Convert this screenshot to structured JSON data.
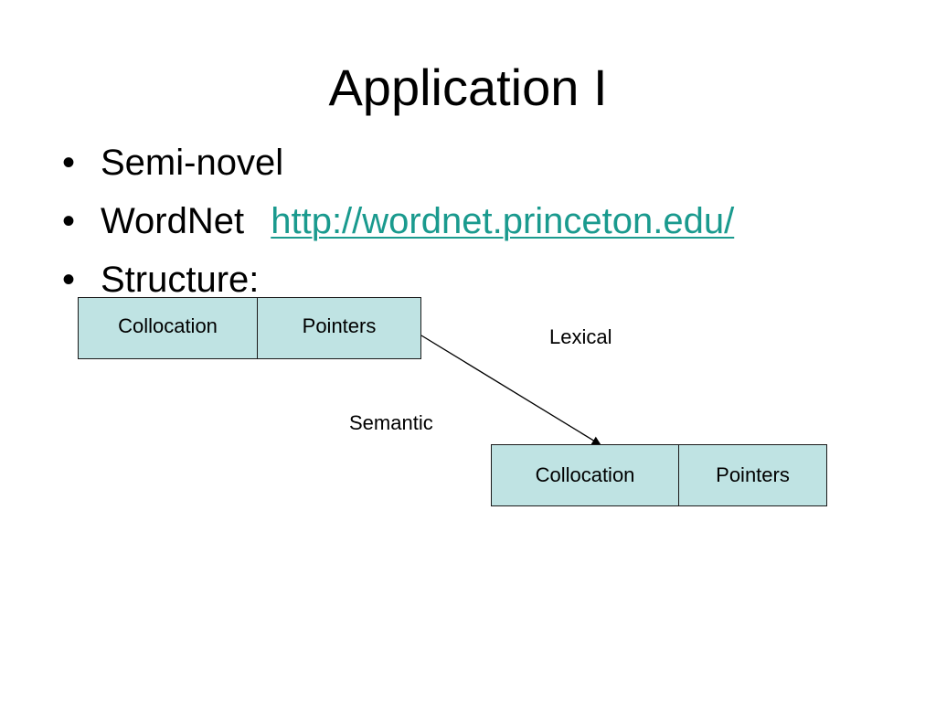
{
  "slide": {
    "title": "Application I",
    "bullet_symbol": "•",
    "bullets": [
      {
        "text": "Semi-novel"
      },
      {
        "text": "WordNet",
        "link": "http://wordnet.princeton.edu/"
      },
      {
        "text": "Structure:"
      }
    ]
  },
  "diagram": {
    "record_top": {
      "field1": "Collocation",
      "field2": "Pointers"
    },
    "record_bottom": {
      "field1": "Collocation",
      "field2": "Pointers"
    },
    "labels": {
      "lexical": "Lexical",
      "semantic": "Semantic"
    },
    "colors": {
      "box_fill": "#bfe3e3",
      "link": "#1a9a8e"
    }
  }
}
